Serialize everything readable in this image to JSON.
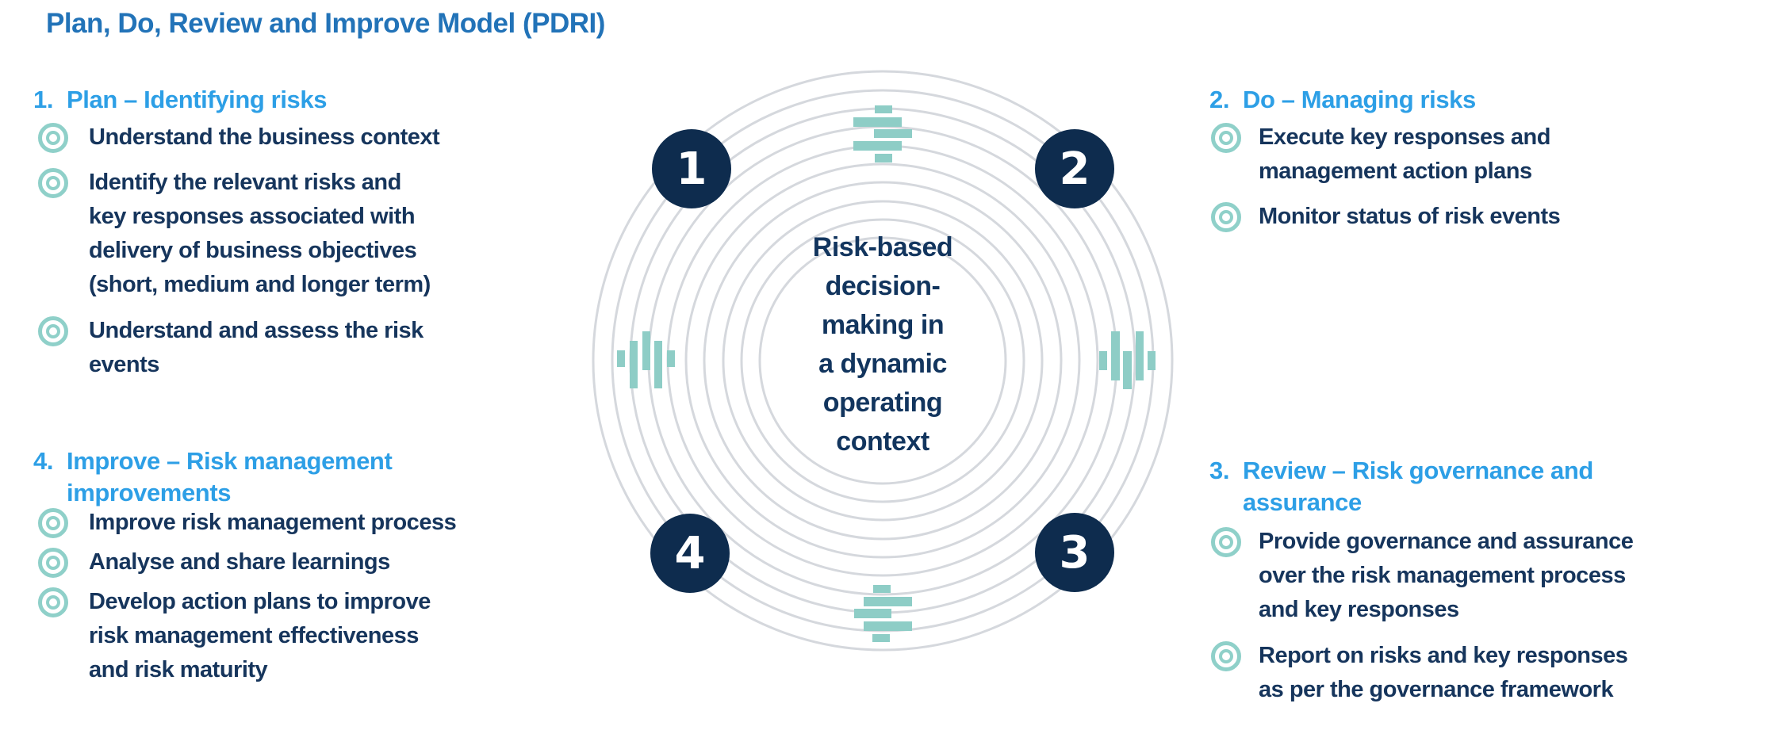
{
  "title": "Plan, Do, Review and Improve Model (PDRI)",
  "colors": {
    "title_blue": "#2273b8",
    "heading_blue": "#2d9fe6",
    "body_navy": "#16355c",
    "node_navy": "#0e2c4e",
    "accent_teal": "#8ecdc6",
    "ring_gray": "#d5d8dd"
  },
  "sections": [
    {
      "number": "1.",
      "heading": "Plan – Identifying risks",
      "bullets": [
        "Understand the business context",
        "Identify the relevant risks and\nkey responses associated with\ndelivery of business objectives\n(short, medium and longer term)",
        "Understand and assess the risk\nevents"
      ]
    },
    {
      "number": "2.",
      "heading": "Do – Managing risks",
      "bullets": [
        "Execute key responses and\nmanagement action plans",
        "Monitor status of risk events"
      ]
    },
    {
      "number": "3.",
      "heading": "Review – Risk governance and\nassurance",
      "bullets": [
        "Provide governance and assurance\nover the risk management process\nand key responses",
        "Report on risks and key responses\nas per the governance framework"
      ]
    },
    {
      "number": "4.",
      "heading": "Improve – Risk management\nimprovements",
      "bullets": [
        "Improve risk management process",
        "Analyse and share learnings",
        "Develop action plans to improve\nrisk management effectiveness\nand risk maturity"
      ]
    }
  ],
  "diagram": {
    "center_text": "Risk-based\ndecision-\nmaking in\na dynamic\noperating\ncontext",
    "nodes": [
      {
        "label": "1"
      },
      {
        "label": "2"
      },
      {
        "label": "3"
      },
      {
        "label": "4"
      }
    ]
  }
}
